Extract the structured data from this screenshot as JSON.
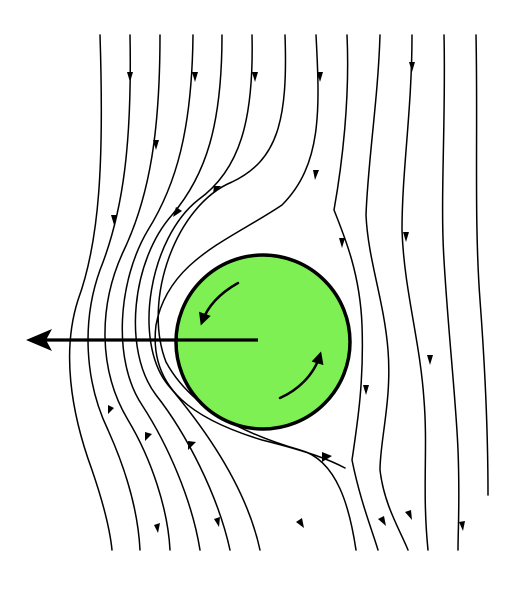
{
  "diagram": {
    "cylinder_fill": "#7ef054",
    "cylinder_stroke": "#000000",
    "line_color": "#000000",
    "streamline_count": 13,
    "flow_direction": "downward",
    "rotation_direction": "counterclockwise",
    "force_direction": "left"
  }
}
